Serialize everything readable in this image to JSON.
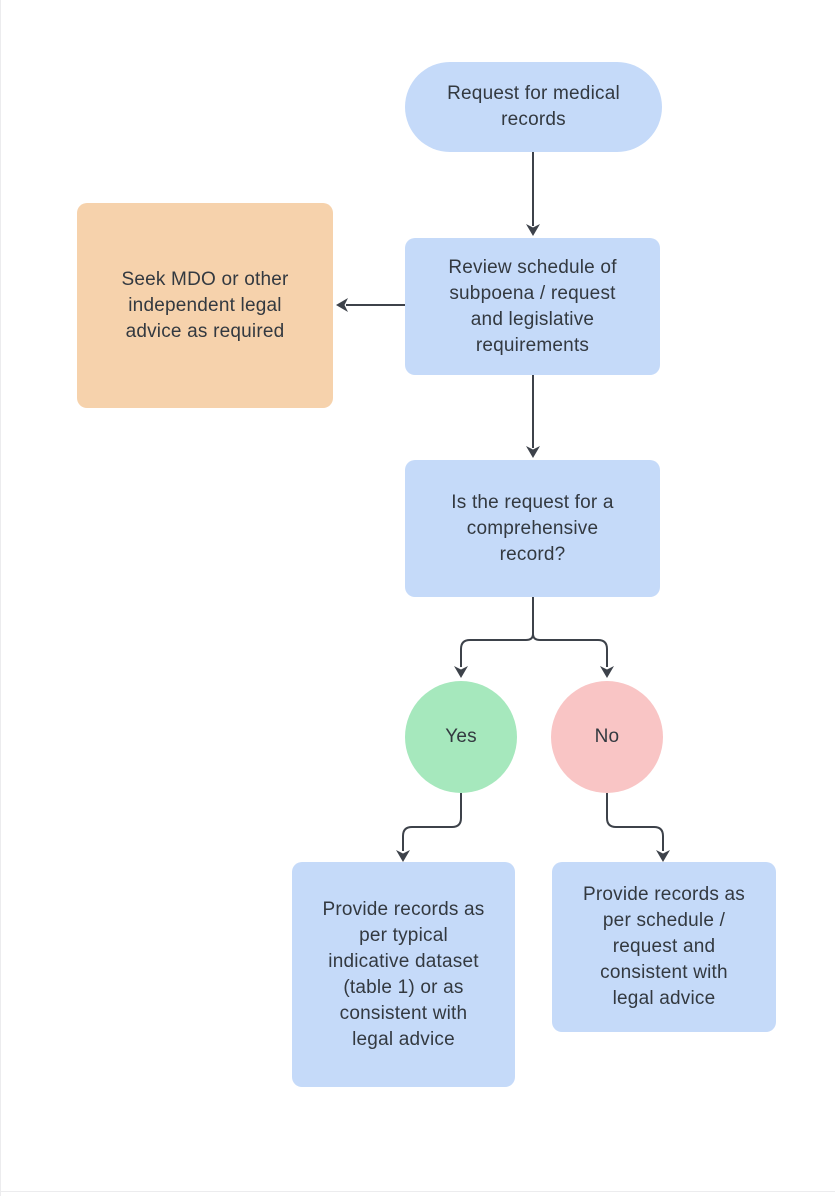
{
  "diagram": {
    "type": "flowchart",
    "colors": {
      "node_blue": "#c5daf9",
      "node_orange": "#f6d2ac",
      "node_green": "#a6e8bd",
      "node_pink": "#f9c5c5",
      "text": "#333940",
      "connector": "#3d424a"
    },
    "nodes": {
      "start": {
        "shape": "pill",
        "label": "Request for medical\nrecords"
      },
      "review": {
        "shape": "rect",
        "label": "Review schedule of\nsubpoena / request\nand legislative\nrequirements"
      },
      "legal": {
        "shape": "rect",
        "label": "Seek MDO or other\nindependent legal\nadvice as required"
      },
      "question": {
        "shape": "rect",
        "label": "Is the request for a\ncomprehensive\nrecord?"
      },
      "yes": {
        "shape": "circle",
        "label": "Yes"
      },
      "no": {
        "shape": "circle",
        "label": "No"
      },
      "result_yes": {
        "shape": "rect",
        "label": "Provide records as\nper typical\nindicative dataset\n(table 1) or as\nconsistent with\nlegal advice"
      },
      "result_no": {
        "shape": "rect",
        "label": "Provide records as\nper schedule /\nrequest and\nconsistent with\nlegal advice"
      }
    },
    "edges": [
      {
        "from": "start",
        "to": "review"
      },
      {
        "from": "review",
        "to": "legal"
      },
      {
        "from": "review",
        "to": "question"
      },
      {
        "from": "question",
        "to": "yes"
      },
      {
        "from": "question",
        "to": "no"
      },
      {
        "from": "yes",
        "to": "result_yes"
      },
      {
        "from": "no",
        "to": "result_no"
      }
    ]
  }
}
